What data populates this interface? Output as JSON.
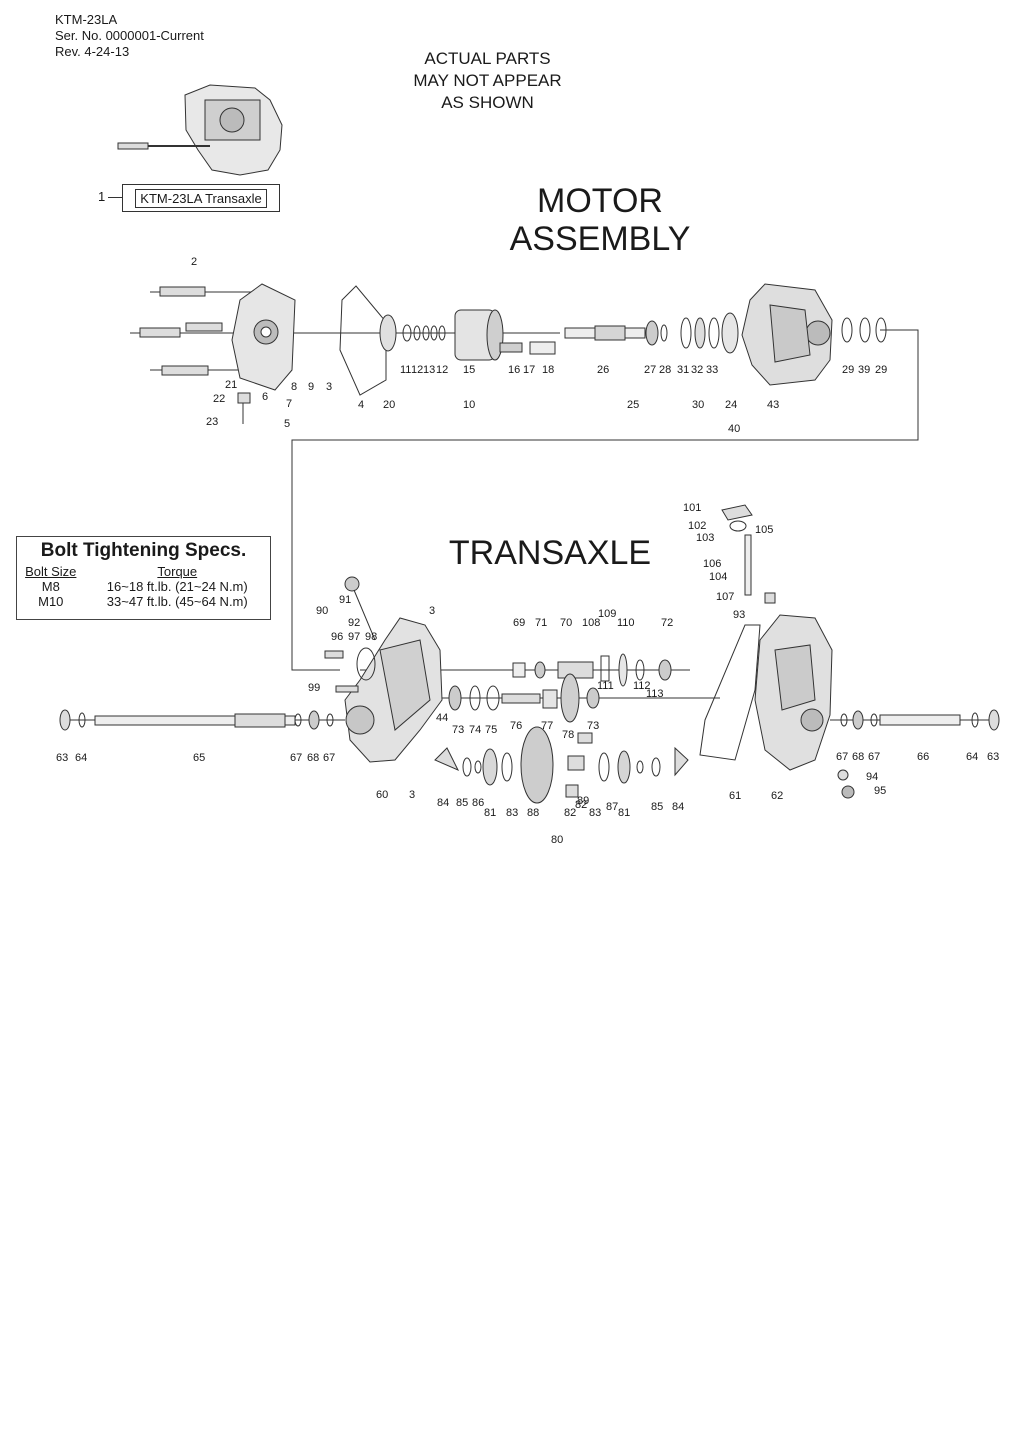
{
  "header": {
    "model": "KTM-23LA",
    "serial": "Ser. No. 0000001-Current",
    "revision": "Rev. 4-24-13"
  },
  "notice": [
    "ACTUAL PARTS",
    "MAY NOT APPEAR",
    "AS SHOWN"
  ],
  "callout": {
    "number": "1",
    "label": "KTM-23LA Transaxle"
  },
  "sections": {
    "motor": [
      "MOTOR",
      "ASSEMBLY"
    ],
    "transaxle": "TRANSAXLE"
  },
  "spec_table": {
    "title": "Bolt Tightening Specs.",
    "headers": [
      "Bolt Size",
      "Torque"
    ],
    "rows": [
      [
        "M8",
        "16~18 ft.lb. (21~24 N.m)"
      ],
      [
        "M10",
        "33~47 ft.lb. (45~64 N.m)"
      ]
    ]
  },
  "motor_labels": [
    "2",
    "21",
    "22",
    "23",
    "6",
    "8",
    "9",
    "3",
    "7",
    "5",
    "4",
    "20",
    "11",
    "12",
    "13",
    "12",
    "15",
    "16",
    "17",
    "18",
    "10",
    "26",
    "27",
    "28",
    "25",
    "31",
    "32",
    "33",
    "30",
    "24",
    "43",
    "40",
    "29",
    "39",
    "29"
  ],
  "transaxle_labels": [
    "91",
    "90",
    "92",
    "96",
    "97",
    "98",
    "3",
    "99",
    "44",
    "60",
    "3",
    "63",
    "64",
    "65",
    "67",
    "68",
    "67",
    "69",
    "71",
    "70",
    "108",
    "109",
    "110",
    "72",
    "111",
    "112",
    "113",
    "73",
    "74",
    "75",
    "76",
    "77",
    "73",
    "78",
    "84",
    "85",
    "86",
    "81",
    "83",
    "88",
    "89",
    "82",
    "83",
    "87",
    "85",
    "84",
    "81",
    "80",
    "82",
    "101",
    "102",
    "103",
    "105",
    "106",
    "104",
    "107",
    "93",
    "61",
    "62",
    "94",
    "95",
    "67",
    "68",
    "67",
    "66",
    "64",
    "63"
  ]
}
